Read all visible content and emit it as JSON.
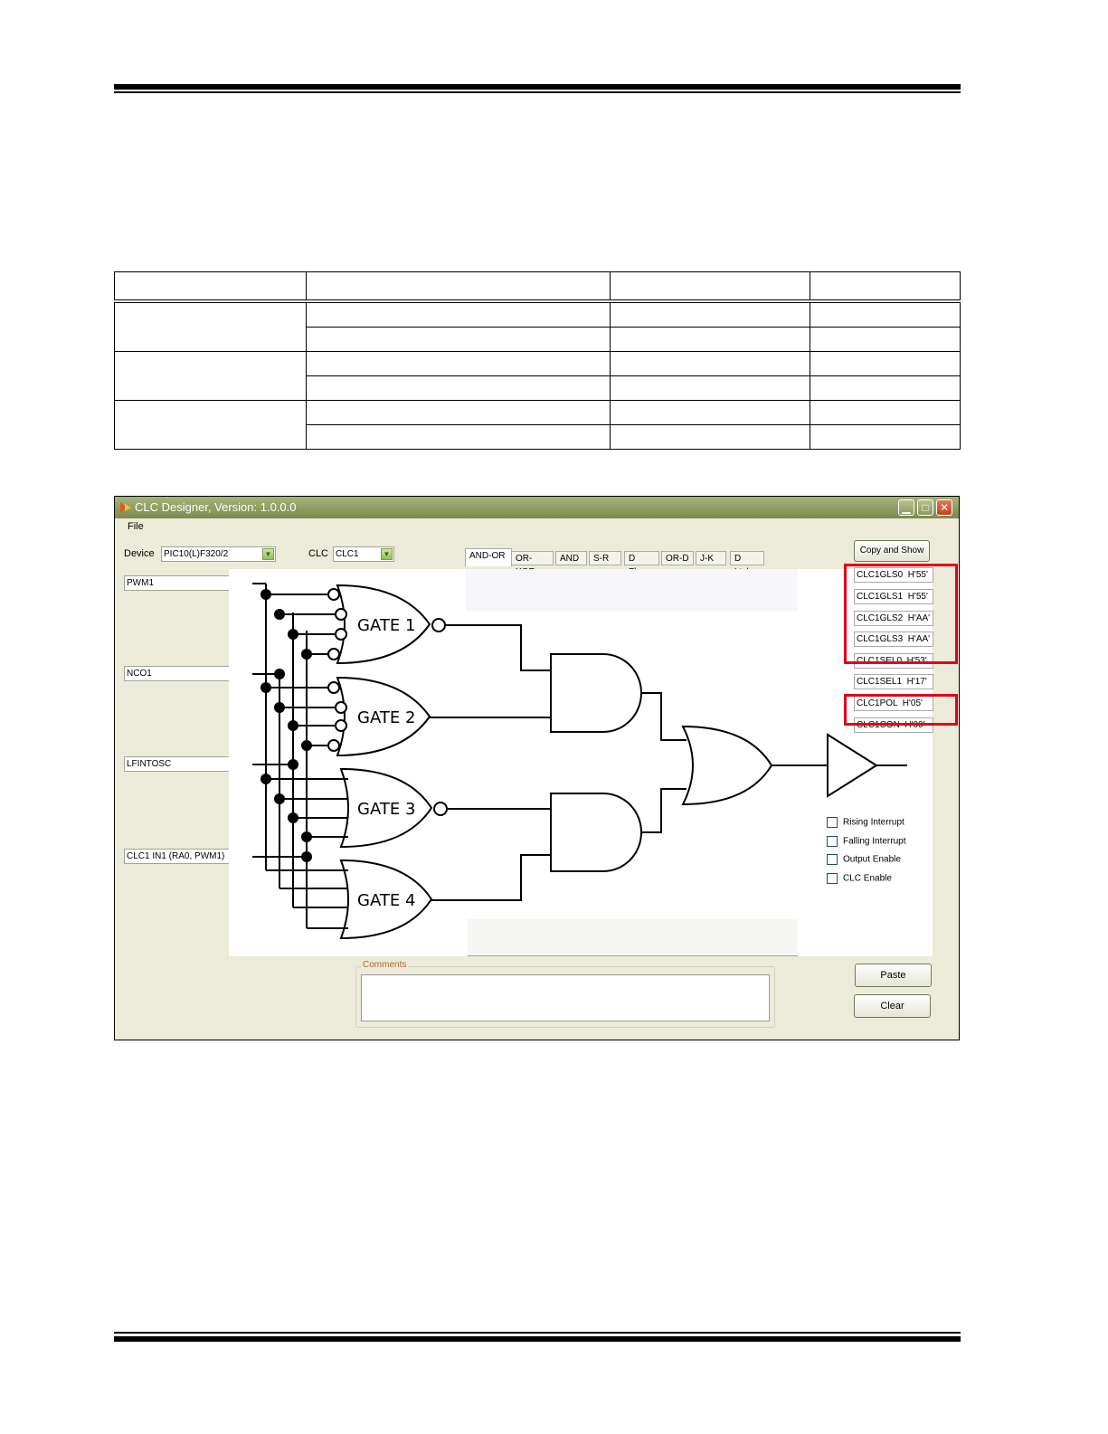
{
  "window": {
    "title": "CLC Designer, Version: 1.0.0.0",
    "menu": {
      "file": "File"
    }
  },
  "device": {
    "label": "Device",
    "value": "PIC10(L)F320/2"
  },
  "clc": {
    "label": "CLC",
    "value": "CLC1"
  },
  "tabs": [
    "AND-OR",
    "OR-XOR",
    "AND",
    "S-R",
    "D Flop",
    "OR-D",
    "J-K",
    "D Ltch"
  ],
  "inputs": [
    "PWM1",
    "NCO1",
    "LFINTOSC",
    "CLC1 IN1 (RA0, PWM1)"
  ],
  "gates": [
    "GATE 1",
    "GATE 2",
    "GATE 3",
    "GATE 4"
  ],
  "buttons": {
    "copy_show": "Copy and Show",
    "paste": "Paste",
    "clear": "Clear"
  },
  "registers": [
    "CLC1GLS0  H'55'",
    "CLC1GLS1  H'55'",
    "CLC1GLS2  H'AA'",
    "CLC1GLS3  H'AA'",
    "CLC1SEL0  H'53'",
    "CLC1SEL1  H'17'",
    "CLC1POL  H'05'",
    "CLC1CON  H'00'"
  ],
  "options": [
    "Rising Interrupt",
    "Falling Interrupt",
    "Output Enable",
    "CLC Enable"
  ],
  "comments_label": "Comments"
}
